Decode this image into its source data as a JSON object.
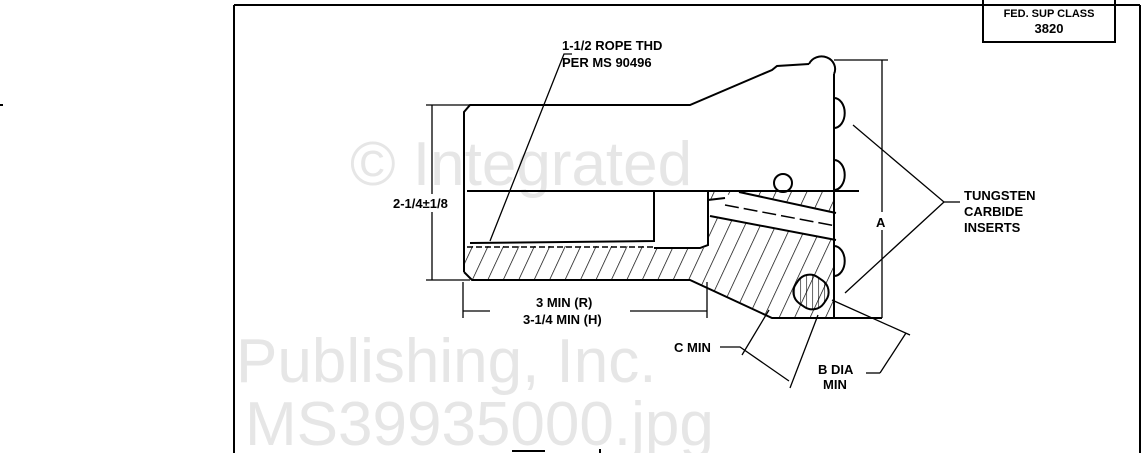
{
  "title_block": {
    "line1": "FED. SUP CLASS",
    "line2": "3820"
  },
  "labels": {
    "thread_line1": "1-1/2 ROPE THD",
    "thread_line2": "PER MS 90496",
    "diameter_dim": "2-1/4±1/8",
    "length_r": "3 MIN (R)",
    "length_h": "3-1/4 MIN (H)",
    "dim_a": "A",
    "inserts_line1": "TUNGSTEN",
    "inserts_line2": "CARBIDE",
    "inserts_line3": "INSERTS",
    "c_min": "C MIN",
    "b_dia_line1": "B DIA",
    "b_dia_line2": "MIN"
  },
  "watermark": {
    "line1": "© Integrated",
    "line2": "Publishing, Inc.",
    "line3": "MS39935000.jpg"
  }
}
